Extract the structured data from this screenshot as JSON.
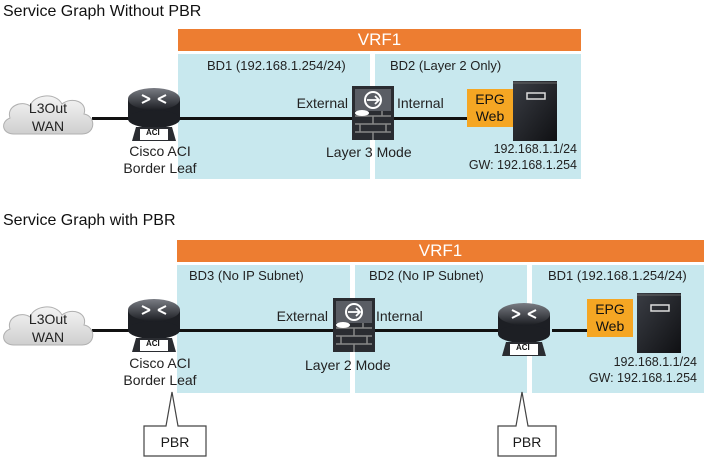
{
  "diagram1": {
    "title": "Service Graph Without PBR",
    "vrf_label": "VRF1",
    "bd_left_label": "BD1 (192.168.1.254/24)",
    "bd_right_label": "BD2 (Layer 2 Only)",
    "cloud_line1": "L3Out",
    "cloud_line2": "WAN",
    "leaf_line1": "Cisco ACI",
    "leaf_line2": "Border Leaf",
    "leaf_badge": "ACI",
    "external_label": "External",
    "internal_label": "Internal",
    "firewall_mode": "Layer 3 Mode",
    "epg_line1": "EPG",
    "epg_line2": "Web",
    "ip_line1": "192.168.1.1/24",
    "ip_line2": "GW: 192.168.1.254"
  },
  "diagram2": {
    "title": "Service Graph with PBR",
    "vrf_label": "VRF1",
    "bd_left_label": "BD3 (No IP Subnet)",
    "bd_mid_label": "BD2 (No IP Subnet)",
    "bd_right_label": "BD1 (192.168.1.254/24)",
    "cloud_line1": "L3Out",
    "cloud_line2": "WAN",
    "leaf_line1": "Cisco ACI",
    "leaf_line2": "Border Leaf",
    "leaf_badge": "ACI",
    "leaf2_badge": "ACI",
    "external_label": "External",
    "internal_label": "Internal",
    "firewall_mode": "Layer 2 Mode",
    "epg_line1": "EPG",
    "epg_line2": "Web",
    "ip_line1": "192.168.1.1/24",
    "ip_line2": "GW: 192.168.1.254",
    "pbr_left": "PBR",
    "pbr_right": "PBR"
  },
  "colors": {
    "vrf": "#ed7d31",
    "bridge_domain": "#c8e8ee",
    "epg": "#f5a623",
    "cloud": "#e6e6e6"
  },
  "icons": [
    "cloud-icon",
    "router-icon",
    "firewall-icon",
    "server-icon"
  ]
}
